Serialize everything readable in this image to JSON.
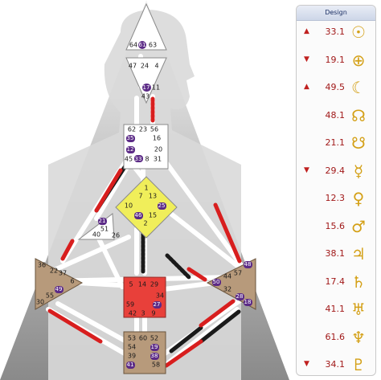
{
  "panel": {
    "title": "Design",
    "rows": [
      {
        "value": "33.1",
        "arrow": "▲",
        "planet_icon": "sun-icon",
        "glyph": "☉"
      },
      {
        "value": "19.1",
        "arrow": "▼",
        "planet_icon": "earth-icon",
        "glyph": "⊕"
      },
      {
        "value": "49.5",
        "arrow": "▲",
        "planet_icon": "moon-icon",
        "glyph": "☾"
      },
      {
        "value": "48.1",
        "arrow": "",
        "planet_icon": "north-node-icon",
        "glyph": "☊"
      },
      {
        "value": "21.1",
        "arrow": "",
        "planet_icon": "south-node-icon",
        "glyph": "☋"
      },
      {
        "value": "29.4",
        "arrow": "▼",
        "planet_icon": "mercury-icon",
        "glyph": "☿"
      },
      {
        "value": "12.3",
        "arrow": "",
        "planet_icon": "venus-icon",
        "glyph": "♀"
      },
      {
        "value": "15.6",
        "arrow": "",
        "planet_icon": "mars-icon",
        "glyph": "♂"
      },
      {
        "value": "38.1",
        "arrow": "",
        "planet_icon": "jupiter-icon",
        "glyph": "♃"
      },
      {
        "value": "17.4",
        "arrow": "",
        "planet_icon": "saturn-icon",
        "glyph": "♄"
      },
      {
        "value": "41.1",
        "arrow": "",
        "planet_icon": "uranus-icon",
        "glyph": "♅"
      },
      {
        "value": "61.6",
        "arrow": "",
        "planet_icon": "neptune-icon",
        "glyph": "♆"
      },
      {
        "value": "34.1",
        "arrow": "▼",
        "planet_icon": "pluto-icon",
        "glyph": "♇"
      }
    ]
  },
  "colors": {
    "head_center": "#ffffff",
    "g_center": "#f0ee5a",
    "sacral_center": "#e8403a",
    "root_center": "#b79a7b",
    "spleen_center": "#b79a7b",
    "solar_plexus_center": "#b79a7b",
    "activated_design": "#d81e1e",
    "activated_personality": "#1a1a1a",
    "gate_badge": "#5b2a86",
    "planet_glyph": "#d4a017"
  },
  "centers": {
    "head": {
      "gates": [
        "64",
        "61",
        "63"
      ]
    },
    "ajna": {
      "gates": [
        "47",
        "24",
        "4",
        "17",
        "11",
        "43"
      ]
    },
    "throat": {
      "gates": [
        "62",
        "23",
        "56",
        "16",
        "35",
        "20",
        "12",
        "31",
        "8",
        "33",
        "45"
      ]
    },
    "g": {
      "gates": [
        "1",
        "7",
        "13",
        "10",
        "25",
        "15",
        "46",
        "2"
      ]
    },
    "ego": {
      "gates": [
        "21",
        "51",
        "26",
        "40"
      ]
    },
    "spleen": {
      "gates": [
        "48",
        "57",
        "44",
        "50",
        "32",
        "28",
        "18"
      ]
    },
    "solar_plexus": {
      "gates": [
        "36",
        "22",
        "37",
        "6",
        "49",
        "55",
        "30"
      ]
    },
    "sacral": {
      "gates": [
        "5",
        "14",
        "29",
        "34",
        "27",
        "59",
        "42",
        "3",
        "9"
      ]
    },
    "root": {
      "gates": [
        "53",
        "60",
        "52",
        "54",
        "19",
        "39",
        "38",
        "41",
        "58"
      ]
    }
  }
}
